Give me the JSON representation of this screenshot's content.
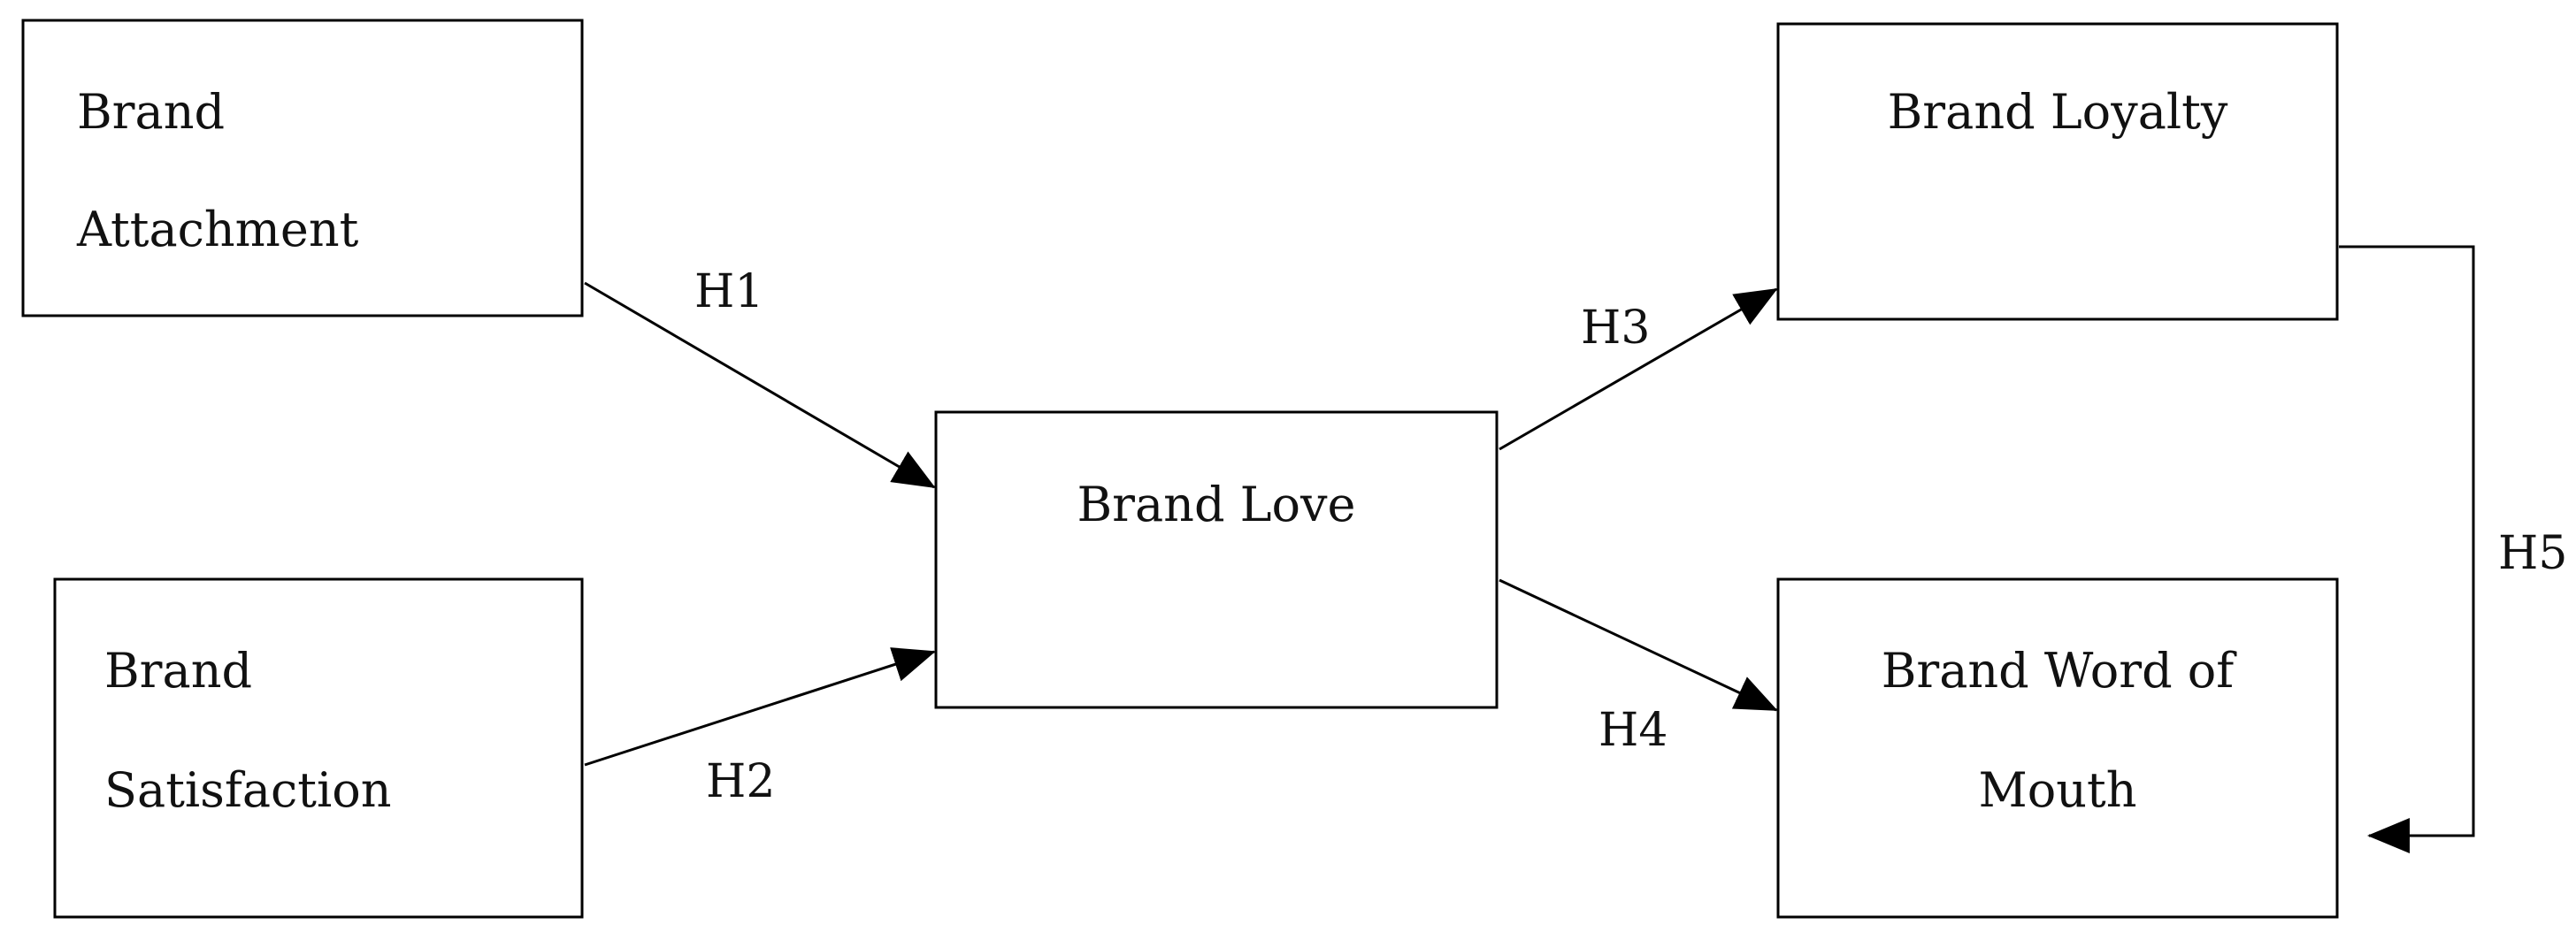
{
  "nodes": {
    "attachment": {
      "line1": "Brand",
      "line2": "Attachment"
    },
    "satisfaction": {
      "line1": "Brand",
      "line2": "Satisfaction"
    },
    "love": {
      "line1": "Brand Love"
    },
    "loyalty": {
      "line1": "Brand Loyalty"
    },
    "wom": {
      "line1": "Brand Word of",
      "line2": "Mouth"
    }
  },
  "edges": {
    "h1": "H1",
    "h2": "H2",
    "h3": "H3",
    "h4": "H4",
    "h5": "H5"
  },
  "colors": {
    "stroke": "#000000",
    "background": "#ffffff",
    "text": "#111111"
  }
}
